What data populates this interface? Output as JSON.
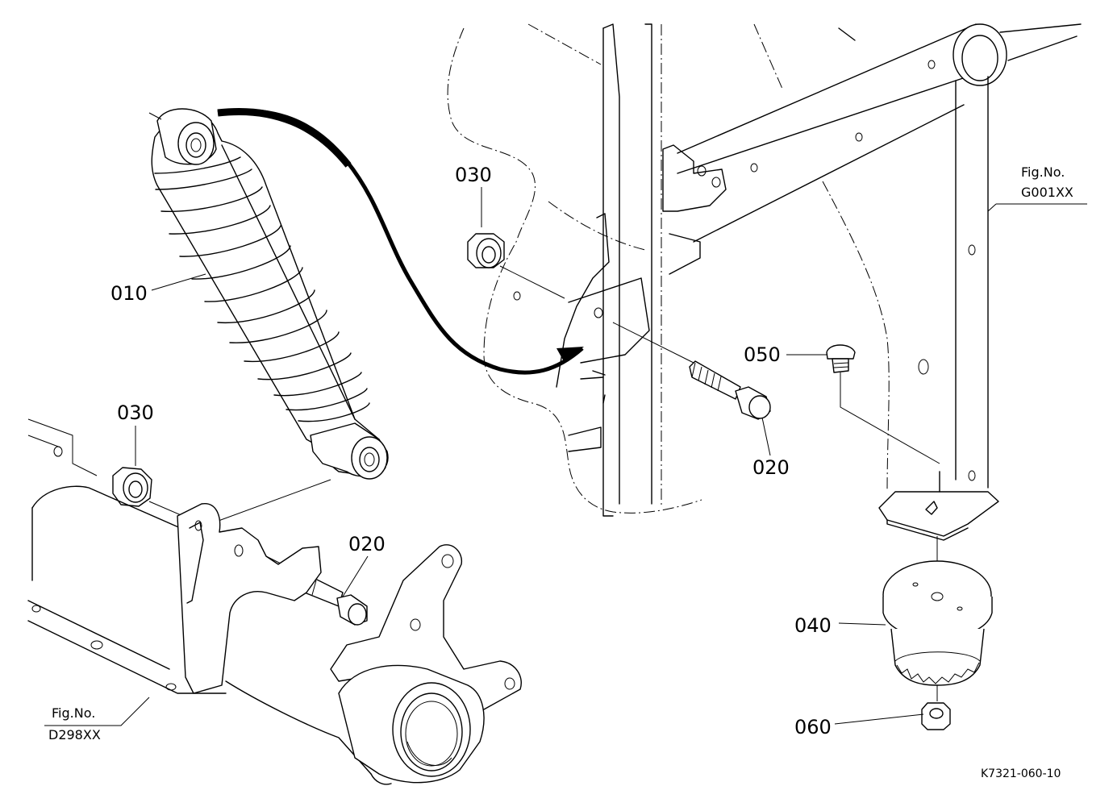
{
  "callouts": {
    "shock_absorber": "010",
    "bolt_upper": "020",
    "bolt_lower": "020",
    "nut_upper": "030",
    "nut_lower": "030",
    "rubber_mount": "040",
    "carriage_bolt": "050",
    "flange_nut": "060"
  },
  "figure_refs": {
    "upper_prefix": "Fig.No.",
    "upper_code": "G001XX",
    "lower_prefix": "Fig.No.",
    "lower_code": "D298XX"
  },
  "diagram_code": "K7321-060-10",
  "icons": {
    "arrow": "curved-arrow-icon"
  }
}
